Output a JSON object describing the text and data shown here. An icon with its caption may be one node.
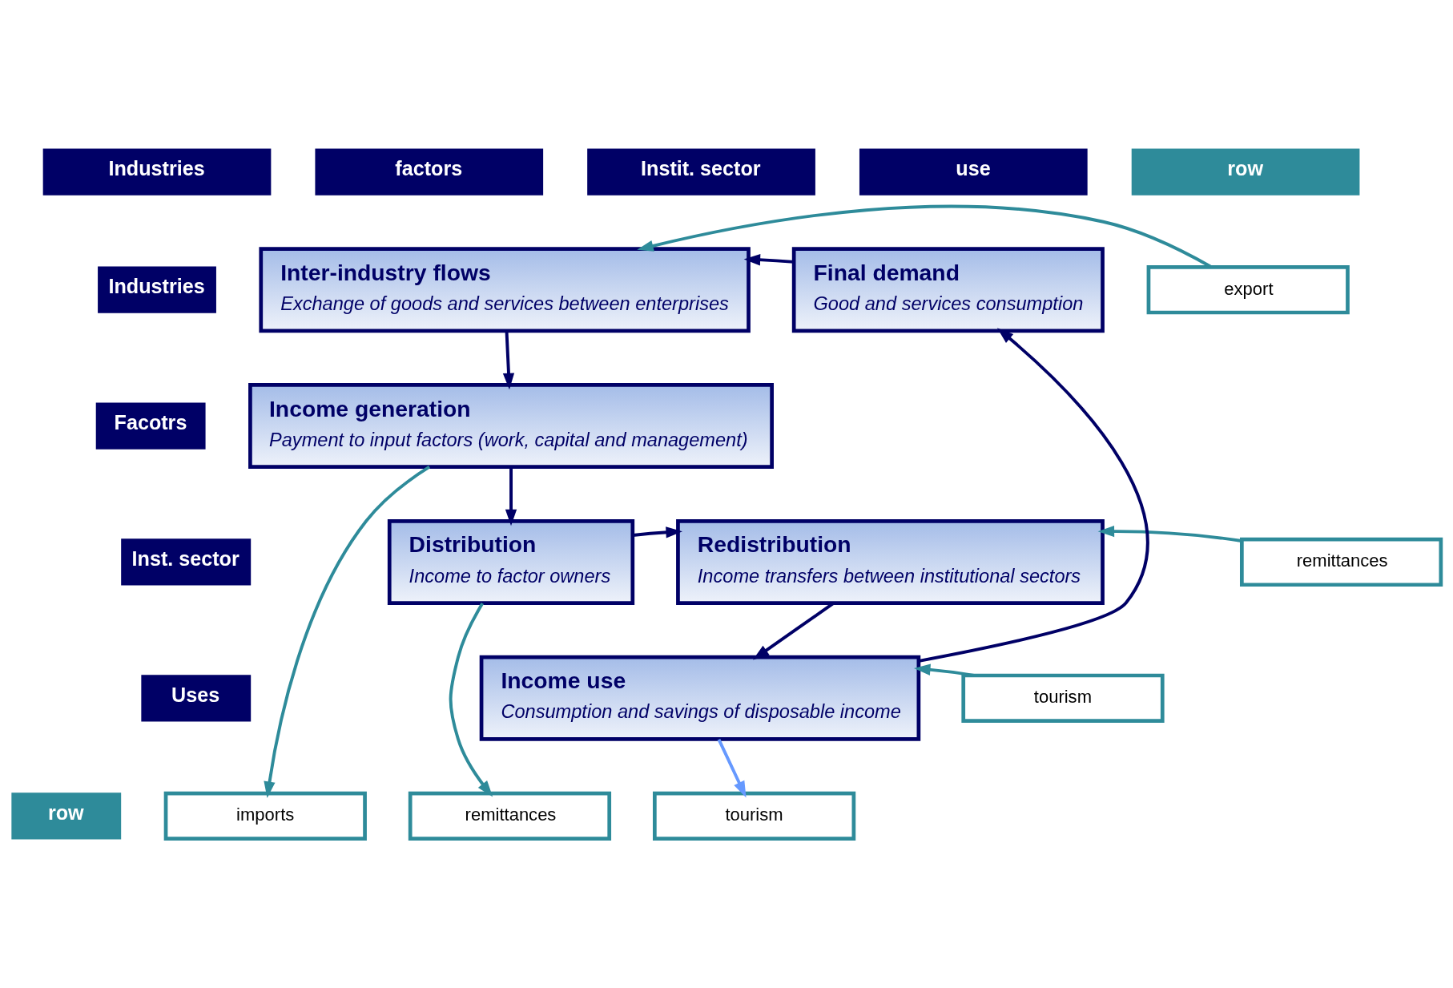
{
  "diagram": {
    "nodes": [
      {
        "text": [
          "Industries"
        ]
      },
      {
        "text": [
          "factors"
        ]
      },
      {
        "text": [
          "Instit. sector"
        ]
      },
      {
        "text": [
          "use"
        ]
      },
      {
        "text": [
          "row"
        ]
      },
      {
        "text": [
          "Industries"
        ]
      },
      {
        "text": [
          "Facotrs"
        ]
      },
      {
        "text": [
          "Inst. sector"
        ]
      },
      {
        "text": [
          "Uses"
        ]
      },
      {
        "text": [
          "row"
        ]
      },
      {
        "text": [
          "Inter-industry flows",
          "Exchange of goods and services between enterprises"
        ]
      },
      {
        "text": [
          "Final demand",
          "Good and services consumption"
        ]
      },
      {
        "text": [
          "export"
        ]
      },
      {
        "text": [
          "Income generation",
          "Payment to input factors (work, capital and management)"
        ]
      },
      {
        "text": [
          "Distribution",
          "Income to factor owners"
        ]
      },
      {
        "text": [
          "Redistribution",
          "Income transfers between institutional sectors"
        ]
      },
      {
        "text": [
          "remittances"
        ]
      },
      {
        "text": [
          "Income use",
          "Consumption and savings of disposable income"
        ]
      },
      {
        "text": [
          "tourism"
        ]
      },
      {
        "text": [
          "imports"
        ]
      },
      {
        "text": [
          "remittances"
        ]
      },
      {
        "text": [
          "tourism"
        ]
      }
    ],
    "edges": [
      {
        "from": 11,
        "to": 10,
        "arrow": "to"
      },
      {
        "from": 12,
        "to": 10,
        "arrow": "to",
        "color": "#2e8b9a"
      },
      {
        "from": 10,
        "to": 13,
        "arrow": "to"
      },
      {
        "from": 13,
        "to": 14,
        "arrow": "to"
      },
      {
        "from": 13,
        "to": 19,
        "arrow": "to",
        "color": "#2e8b9a"
      },
      {
        "from": 14,
        "to": 15,
        "arrow": "to"
      },
      {
        "from": 14,
        "to": 20,
        "arrow": "to",
        "color": "#2e8b9a"
      },
      {
        "from": 16,
        "to": 15,
        "arrow": "to",
        "color": "#2e8b9a"
      },
      {
        "from": 15,
        "to": 17,
        "arrow": "to"
      },
      {
        "from": 17,
        "to": 11,
        "arrow": "to"
      },
      {
        "from": 18,
        "to": 17,
        "arrow": "to",
        "color": "#2e8b9a"
      },
      {
        "from": 17,
        "to": 21,
        "arrow": "to",
        "color": "#6699ff"
      }
    ]
  }
}
